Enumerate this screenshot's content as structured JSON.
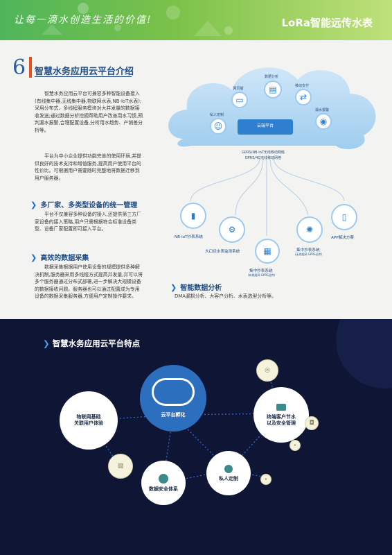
{
  "header": {
    "slogan": "让每一滴水创造生活的价值!",
    "brand": "LoRa智能远传水表"
  },
  "section": {
    "number": "6",
    "title": "智慧水务应用云平台介绍"
  },
  "intro": {
    "p1": "智慧水务应用云平台可兼容多种智能设备接入(有线集中器,无线集中器,物联网水表,NB-IoT水表);采用分布式、多线程服务模块对大并发量的数据接收发送;通过数据分析挖掘帮助用户改善用水习惯,预判漏水报警,合理配置设备,分析用水趋势、产销差分析等。",
    "p2": "平台为中小企业提供功能完善的使用环境,并提供良好的技术支持和增值服务,提高用户使用平台的性价比。可根据用户需要随时完整地将数据迁移到用户服务器。"
  },
  "sub1": {
    "title": "多厂家、多类型设备的统一管理",
    "text": "平台不仅兼容多种设备的接入,还提供第三方厂家设备的接入策略,用户只需根据符合标准设备类型、设备厂家配置即可接入平台。"
  },
  "sub2": {
    "title": "高效的数据采集",
    "text": "数据采集根据用户使用设备的规模提供多种解决机制,服务器采用多线程方式提高并发量,并可以将多个服务器通过分布式部署,进一步解决大规模设备的数据接收问题。服务器也可以通过配置成为专用设备的数据采集服务器,方便用户定制操作要求。"
  },
  "sub3": {
    "title": "智能数据分析",
    "text": "DMA漏损分析、大客户分析、水表选型分析等。"
  },
  "cloud": {
    "center": "云端平台",
    "nodes": [
      "私人定制",
      "网页版",
      "数据分析",
      "移动支付",
      "漏水报警"
    ],
    "network_line1": "GPRS/NB-IoT无线移动网络",
    "network_line2": "GPRS/4G无线移动网络"
  },
  "devices": {
    "nb": "NB-IoT抄表系统",
    "large": "大口径水表监测系统",
    "central1": "集中抄表系统",
    "central1_sub": "(有线组网 GPRS远传)",
    "central2": "集中抄表系统",
    "central2_sub": "(无线组网 GPRS远传)",
    "app": "APP解决方案"
  },
  "features": {
    "title": "智慧水务应用云平台特点",
    "center": "云平台孵化",
    "f1_line1": "物联网基础",
    "f1_line2": "关联用户体验",
    "f2_line1": "终端客户节水",
    "f2_line2": "以及安全管理",
    "f3": "私人定制",
    "f4": "数据安全体系"
  },
  "colors": {
    "header_green": "#4fb55a",
    "title_blue": "#214e86",
    "accent_orange": "#e9501e",
    "dark_bg": "#0f1635",
    "center_blue": "#2d6fbf"
  }
}
